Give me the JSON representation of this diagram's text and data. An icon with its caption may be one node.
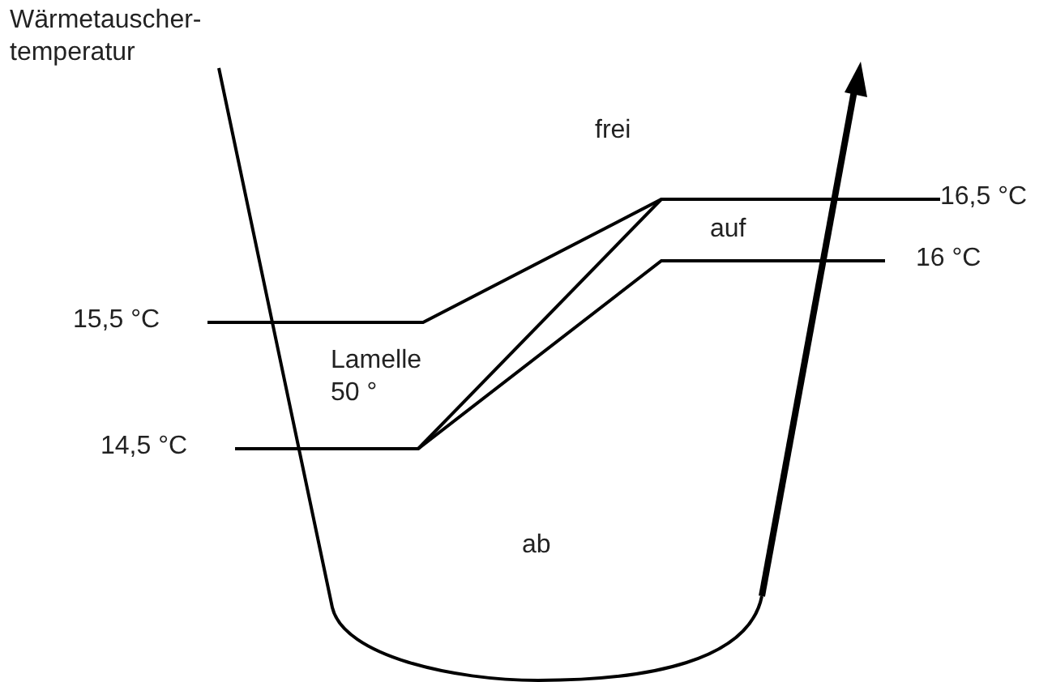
{
  "diagram": {
    "labels": [
      "Wärmetauscher-temperatur",
      "frei",
      "16,5 °C",
      "auf",
      "16 °C",
      "15,5 °C",
      "Lamelle 50 °",
      "14,5 °C",
      "ab"
    ]
  }
}
